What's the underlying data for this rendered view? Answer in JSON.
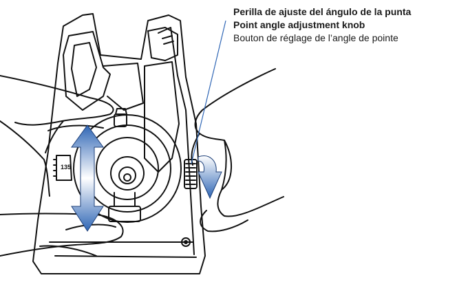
{
  "callout": {
    "spanish": "Perilla de ajuste del ángulo de la punta",
    "english": "Point angle adjustment knob",
    "french": "Bouton de réglage de l’angle de pointe"
  },
  "dial": {
    "label": "135"
  },
  "colors": {
    "line": "#111111",
    "arrow": "#2f66b5",
    "arrow_light": "#ffffff",
    "leader": "#2f66b5"
  }
}
